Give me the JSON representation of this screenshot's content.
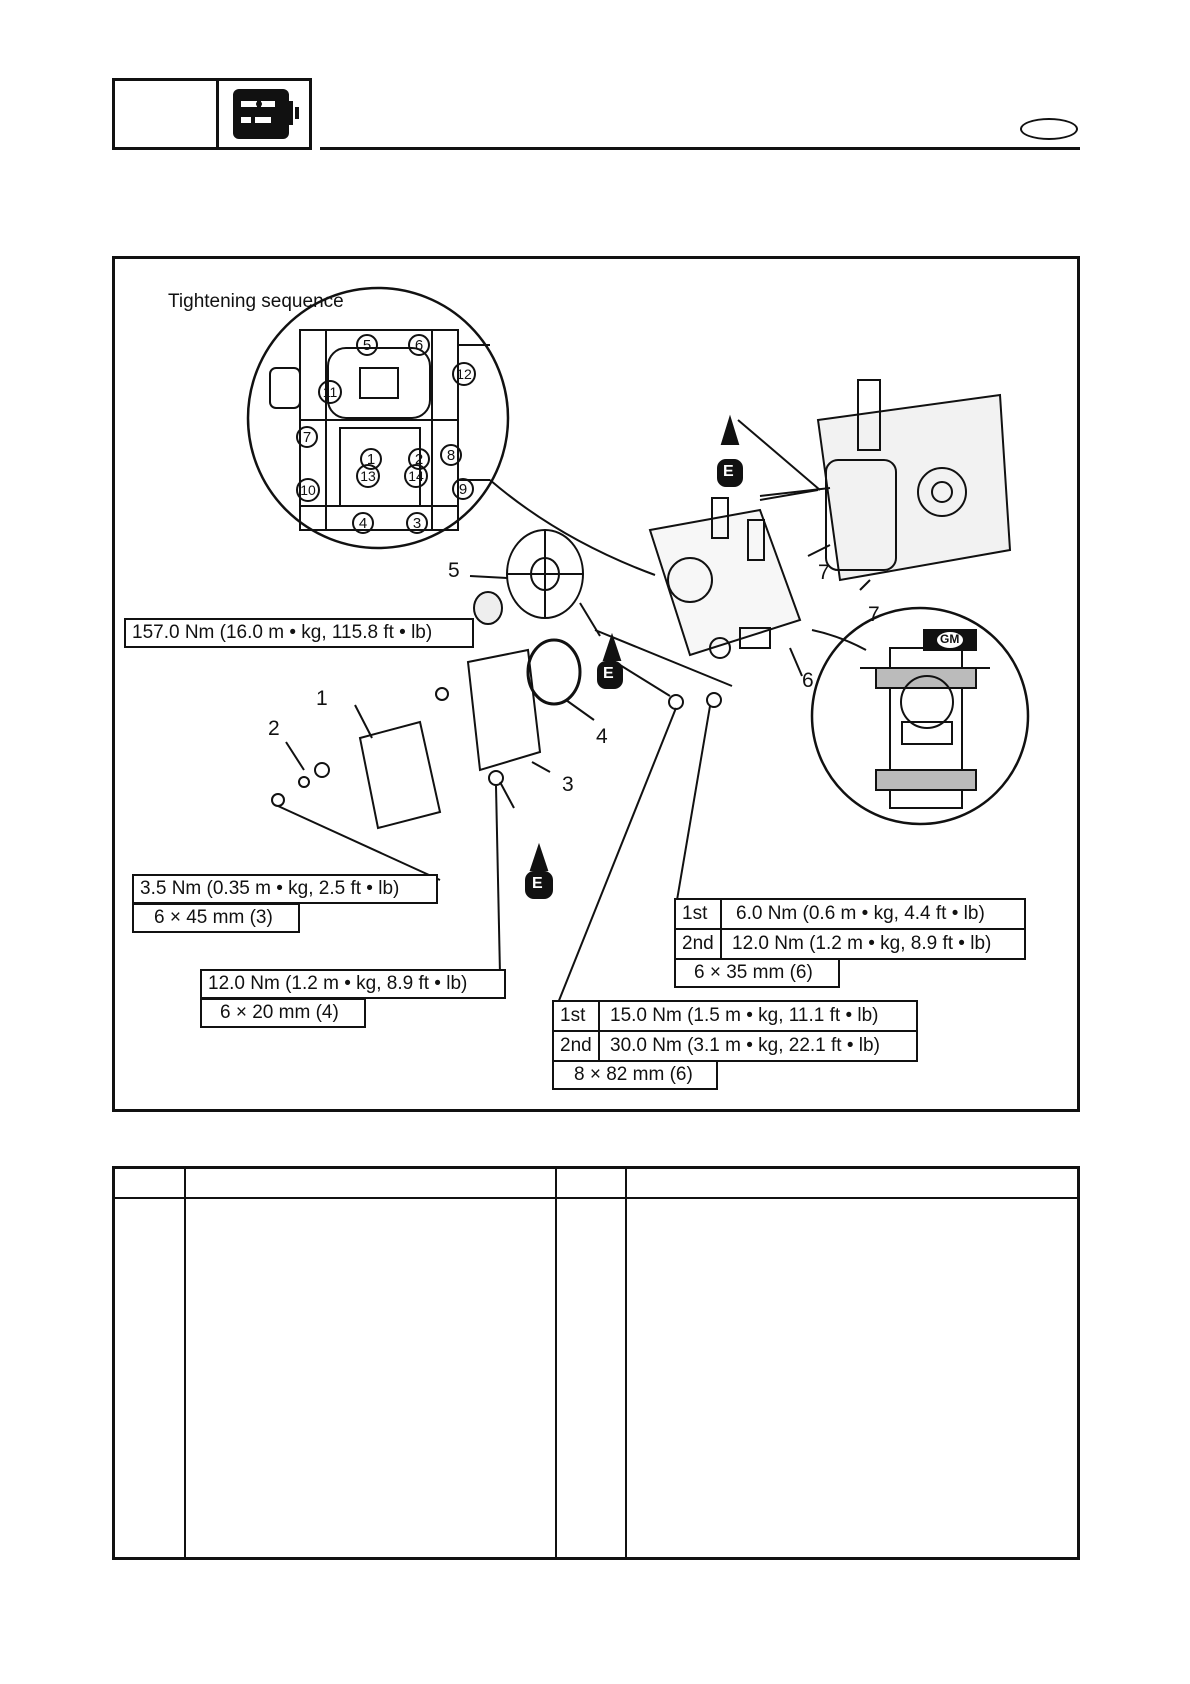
{
  "figure": {
    "inset_title": "Tightening sequence",
    "sequence_numbers": [
      "1",
      "2",
      "3",
      "4",
      "5",
      "6",
      "7",
      "8",
      "9",
      "10",
      "11",
      "12",
      "13",
      "14"
    ],
    "part_callouts": [
      "1",
      "2",
      "3",
      "4",
      "5",
      "6",
      "7",
      "7"
    ],
    "sealant_marks": [
      "E",
      "E",
      "E"
    ],
    "grease_mark": "GM",
    "torque_specs": {
      "flywheel_nut": "157.0 Nm (16.0 m • kg, 115.8 ft • lb)",
      "cover_bolt": {
        "torque": "3.5 Nm (0.35 m • kg, 2.5 ft • lb)",
        "size": "6 × 45 mm (3)"
      },
      "plate_bolt": {
        "torque": "12.0 Nm (1.2 m • kg, 8.9 ft • lb)",
        "size": "6 × 20 mm (4)"
      },
      "crankcase_small": {
        "rows": [
          {
            "step": "1st",
            "value": "6.0 Nm (0.6 m • kg, 4.4 ft • lb)"
          },
          {
            "step": "2nd",
            "value": "12.0 Nm (1.2 m • kg, 8.9 ft • lb)"
          }
        ],
        "size": "6 × 35 mm (6)"
      },
      "crankcase_large": {
        "rows": [
          {
            "step": "1st",
            "value": "15.0 Nm (1.5 m • kg, 11.1 ft • lb)"
          },
          {
            "step": "2nd",
            "value": "30.0 Nm (3.1 m • kg, 22.1 ft • lb)"
          }
        ],
        "size": "8 × 82 mm (6)"
      }
    }
  }
}
